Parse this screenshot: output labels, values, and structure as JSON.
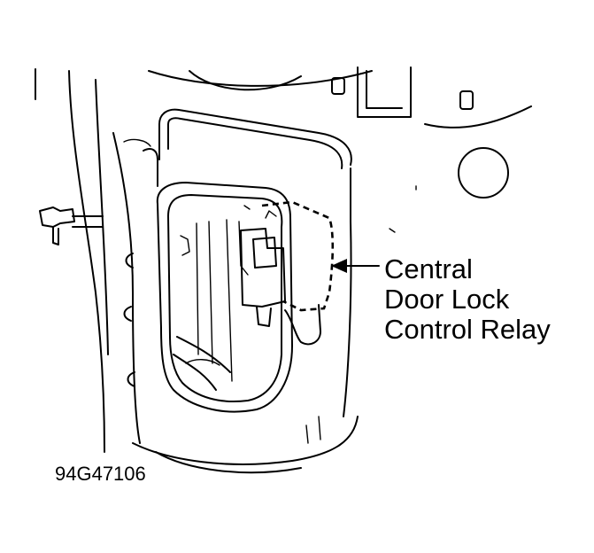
{
  "callout": {
    "lines": [
      "Central",
      "Door Lock",
      "Control Relay"
    ]
  },
  "figure_id": "94G47106"
}
